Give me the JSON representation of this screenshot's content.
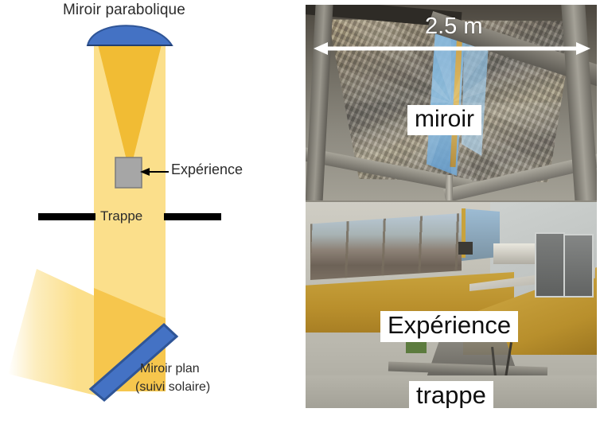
{
  "figure": {
    "type": "two-panel-figure",
    "description": "Schematic of a solar furnace beam path next to a photograph of the facility"
  },
  "diagram": {
    "title_parabolic_mirror": "Miroir parabolique",
    "label_experience": "Expérience",
    "label_trappe": "Trappe",
    "label_flat_mirror_line1": "Miroir plan",
    "label_flat_mirror_line2": "(suivi solaire)",
    "colors": {
      "mirror_blue": "#4472C4",
      "mirror_blue_border": "#2F5597",
      "beam_light": "#FBDF8B",
      "beam_dark": "#F5C242",
      "experiment_grey": "#A6A6A6",
      "experiment_border": "#7F7F7F",
      "hatch_black": "#000000",
      "text": "#2B2B2B"
    }
  },
  "photo": {
    "scale_label": "2.5 m",
    "label_mirror": "miroir",
    "label_experience": "Expérience",
    "label_trappe": "trappe",
    "scene": {
      "upper": "hexagonal faceted parabolic mirror array on ceiling with steel beams",
      "lower": "laboratory room with windows, ochre walls and experiment rig over the trapdoor"
    }
  }
}
